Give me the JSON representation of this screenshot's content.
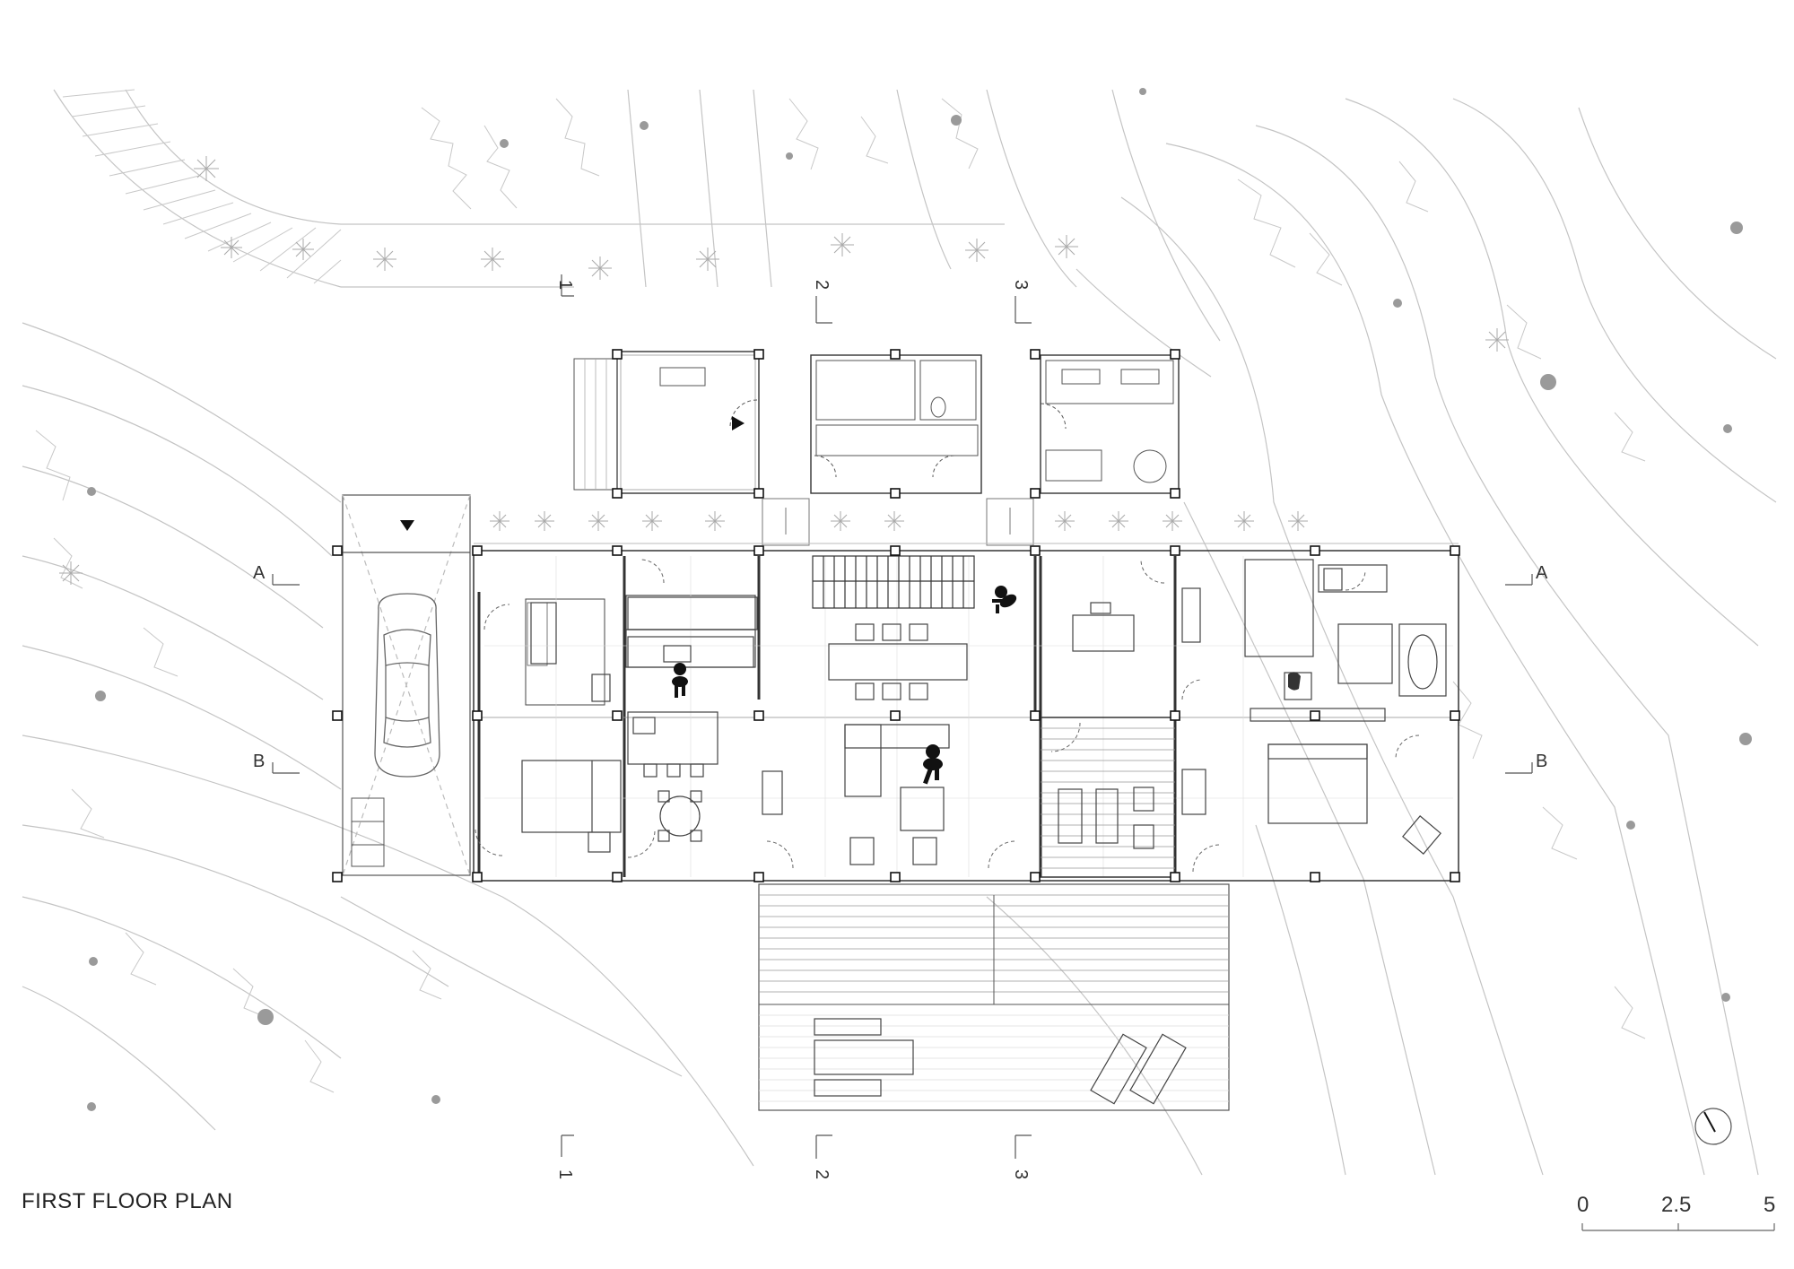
{
  "title": "FIRST FLOOR PLAN",
  "scale": {
    "labels": [
      "0",
      "2.5",
      "5"
    ]
  },
  "section_markers": {
    "a": "A",
    "b": "B"
  },
  "grid_axes": [
    "1",
    "2",
    "3"
  ],
  "icons": {
    "north": "north-arrow-icon",
    "car": "car-icon",
    "person": "person-icon",
    "entry": "entry-triangle-icon"
  },
  "colors": {
    "line": "#555555",
    "wall": "#333333",
    "landscape": "#bdbdbd",
    "fill_dark": "#111111",
    "tree": "#9a9a9a"
  }
}
